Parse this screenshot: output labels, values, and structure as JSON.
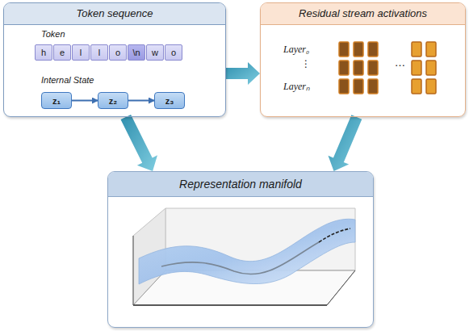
{
  "diagram": {
    "nodes": [
      {
        "text": [
          "Token sequence"
        ]
      },
      {
        "text": [
          "h"
        ],
        "in": 0
      },
      {
        "text": [
          "e"
        ],
        "in": 0
      },
      {
        "text": [
          "l"
        ],
        "in": 0
      },
      {
        "text": [
          "l"
        ],
        "in": 0
      },
      {
        "text": [
          "o"
        ],
        "in": 0
      },
      {
        "text": [
          "\\n"
        ],
        "in": 0
      },
      {
        "text": [
          "w"
        ],
        "in": 0
      },
      {
        "text": [
          "o"
        ],
        "in": 0
      },
      {
        "text": [
          "z₁"
        ],
        "in": 0
      },
      {
        "text": [
          "z₂"
        ],
        "in": 0
      },
      {
        "text": [
          "z₃"
        ],
        "in": 0
      },
      {
        "text": [
          "Residual stream activations"
        ]
      },
      {
        "text": [
          "Representation manifold"
        ]
      }
    ],
    "edges": [
      {
        "from": 9,
        "to": 10,
        "arrow": "to"
      },
      {
        "from": 10,
        "to": 11,
        "arrow": "to"
      },
      {
        "from": 0,
        "to": 12,
        "arrow": "to"
      },
      {
        "from": 0,
        "to": 13,
        "arrow": "to"
      },
      {
        "from": 12,
        "to": 13,
        "arrow": "to"
      }
    ],
    "labels": [
      "Token",
      "Internal State",
      "Layer₀",
      "⋮",
      "Layerₙ",
      "…"
    ]
  }
}
